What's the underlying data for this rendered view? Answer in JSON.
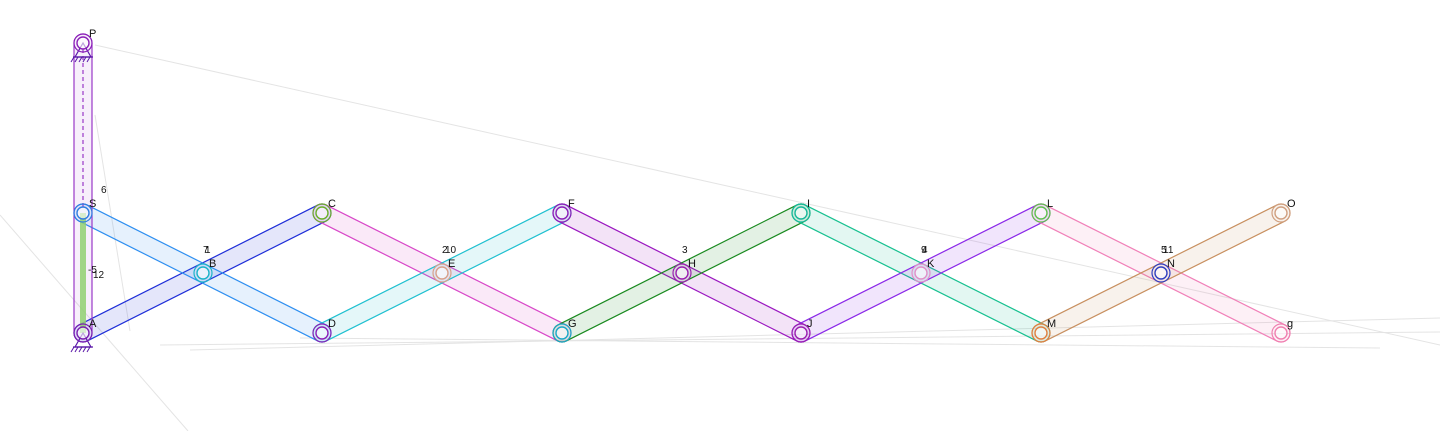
{
  "diagram": {
    "joints": [
      {
        "id": "P",
        "label": "P",
        "color": "#8b1fb8",
        "grounded": true
      },
      {
        "id": "S",
        "label": "S",
        "color": "#2f7fe0"
      },
      {
        "id": "A",
        "label": "A",
        "color": "#7a1fb0",
        "grounded": true
      },
      {
        "id": "B",
        "label": "B",
        "color": "#1ab3c8"
      },
      {
        "id": "C",
        "label": "C",
        "color": "#6ab02a"
      },
      {
        "id": "D",
        "label": "D",
        "color": "#8b1fb8"
      },
      {
        "id": "E",
        "label": "E",
        "color": "#d8a08a"
      },
      {
        "id": "F",
        "label": "F",
        "color": "#8b1fb8"
      },
      {
        "id": "G",
        "label": "G",
        "color": "#1aa8c8"
      },
      {
        "id": "H",
        "label": "H",
        "color": "#9a1fb0"
      },
      {
        "id": "I",
        "label": "I",
        "color": "#18b89a"
      },
      {
        "id": "J",
        "label": "J",
        "color": "#9a1fb0"
      },
      {
        "id": "K",
        "label": "K",
        "color": "#e090c8"
      },
      {
        "id": "L",
        "label": "L",
        "color": "#60c050"
      },
      {
        "id": "M",
        "label": "M",
        "color": "#e08040"
      },
      {
        "id": "N",
        "label": "N",
        "color": "#3040c0"
      },
      {
        "id": "O",
        "label": "O",
        "color": "#d0a080"
      },
      {
        "id": "Q",
        "label": "g",
        "color": "#f080b0"
      }
    ],
    "links": [
      {
        "from": "A",
        "to": "C",
        "color": "#1f2fd8"
      },
      {
        "from": "S",
        "to": "D",
        "color": "#2f8ff0"
      },
      {
        "from": "C",
        "to": "G",
        "color": "#d848c8"
      },
      {
        "from": "D",
        "to": "F",
        "color": "#20c0d0"
      },
      {
        "from": "F",
        "to": "J",
        "color": "#9a18c0"
      },
      {
        "from": "G",
        "to": "I",
        "color": "#1a8a20"
      },
      {
        "from": "I",
        "to": "M",
        "color": "#18c090"
      },
      {
        "from": "J",
        "to": "L",
        "color": "#8a28e8"
      },
      {
        "from": "L",
        "to": "Q",
        "color": "#f080b8"
      },
      {
        "from": "M",
        "to": "O",
        "color": "#c89060"
      }
    ],
    "slider": {
      "from": "P",
      "to": "A",
      "color": "#9a38c8",
      "inner_color": "#90d070"
    },
    "link_numbers": [
      {
        "text": "6",
        "at": "n6"
      },
      {
        "text": "-5",
        "at": "n5"
      },
      {
        "text": "12",
        "at": "n12"
      },
      {
        "text": "7",
        "at": "n7a"
      },
      {
        "text": "1",
        "at": "n7b"
      },
      {
        "text": "2",
        "at": "n10a"
      },
      {
        "text": "10",
        "at": "n10b"
      },
      {
        "text": "3",
        "at": "n3"
      },
      {
        "text": "9",
        "at": "n9a"
      },
      {
        "text": "4",
        "at": "n9b"
      },
      {
        "text": "5",
        "at": "n51a"
      },
      {
        "text": "11",
        "at": "n51b"
      }
    ]
  }
}
